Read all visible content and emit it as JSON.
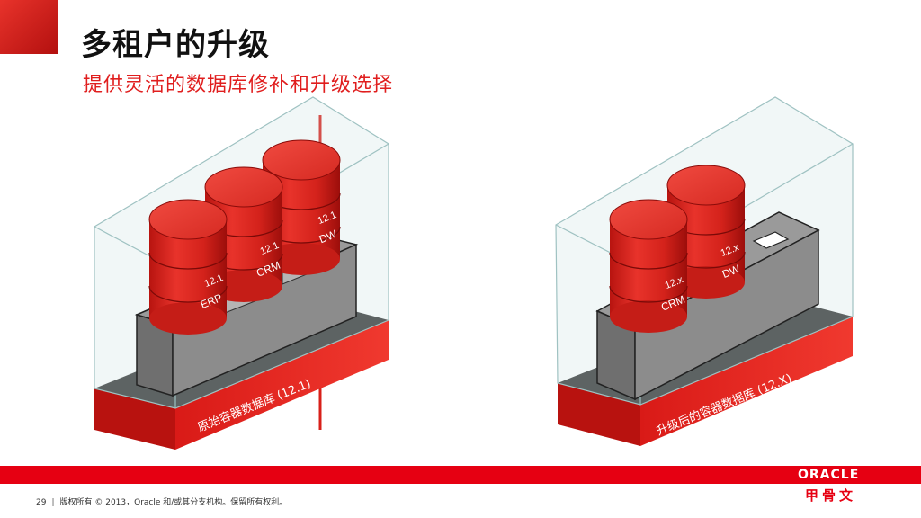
{
  "slide": {
    "title": "多租户的升级",
    "subtitle": "提供灵活的数据库修补和升级选择"
  },
  "left_container": {
    "base_label": "原始容器数据库 (12.1)",
    "databases": [
      {
        "version": "12.1",
        "name": "ERP"
      },
      {
        "version": "12.1",
        "name": "CRM"
      },
      {
        "version": "12.1",
        "name": "DW"
      }
    ]
  },
  "right_container": {
    "base_label": "升级后的容器数据库 (12.X)",
    "databases": [
      {
        "version": "12.x",
        "name": "CRM"
      },
      {
        "version": "12.x",
        "name": "DW"
      }
    ]
  },
  "footer": {
    "page_number": "29",
    "copyright": "版权所有 © 2013，Oracle 和/或其分支机构。保留所有权利。"
  },
  "logo": {
    "english": "ORACLE",
    "chinese": "甲骨文"
  },
  "colors": {
    "accent_red": "#e60012",
    "db_red": "#e8332b",
    "gray_block": "#8a8a8a",
    "glass_border": "#a9c9c9"
  }
}
